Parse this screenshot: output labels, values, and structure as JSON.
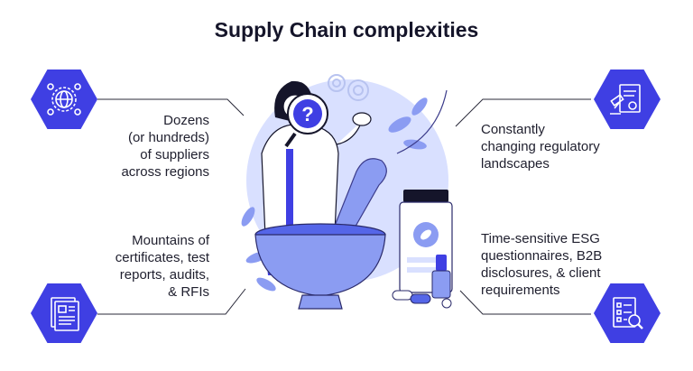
{
  "title": "Supply Chain complexities",
  "items": [
    {
      "text": "Dozens\n(or hundreds)\nof suppliers\nacross regions",
      "icon": "network-globe-icon"
    },
    {
      "text": "Constantly\nchanging regulatory\nlandscapes",
      "icon": "legal-document-gavel-icon"
    },
    {
      "text": "Mountains of\ncertificates, test\nreports, audits,\n& RFIs",
      "icon": "document-stack-icon"
    },
    {
      "text": "Time-sensitive ESG\nquestionnaires, B2B\ndisclosures, & client\nrequirements",
      "icon": "checklist-magnifier-icon"
    }
  ],
  "colors": {
    "accent": "#3f3fe3",
    "light": "#d9e0ff",
    "mid": "#8b9cf2",
    "dark": "#15152a"
  }
}
